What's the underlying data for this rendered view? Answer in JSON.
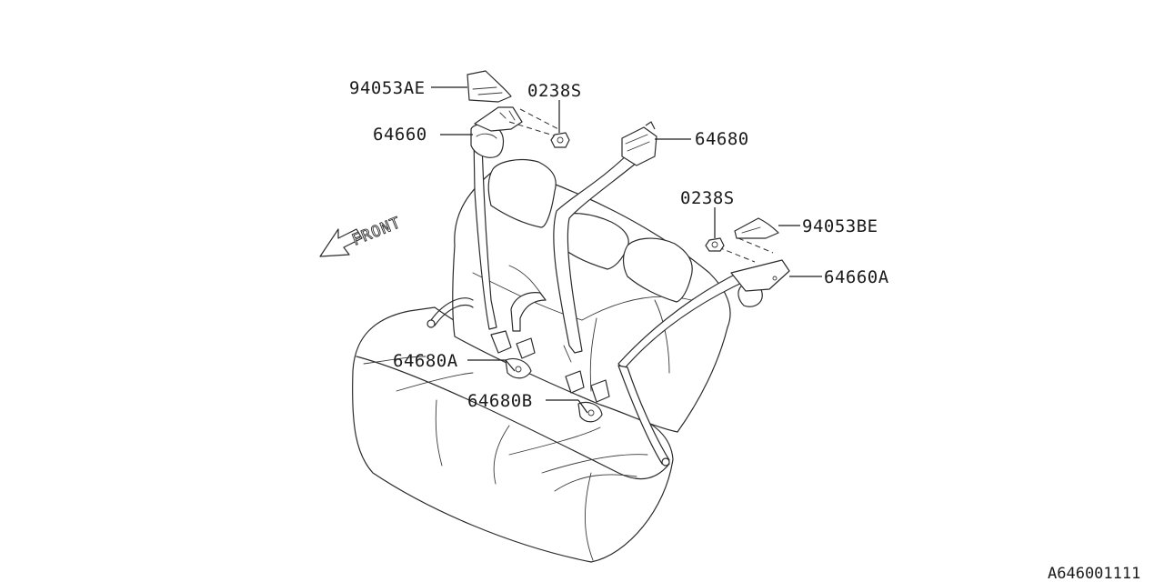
{
  "diagram": {
    "front_label": "FRONT",
    "diagram_id": "A646001111",
    "callouts": {
      "bracket_cover_left": "94053AE",
      "nut_left": "0238S",
      "retractor_outer_left": "64660",
      "retractor_center": "64680",
      "nut_right": "0238S",
      "bracket_cover_right": "94053BE",
      "retractor_outer_right": "64660A",
      "buckle_left": "64680A",
      "buckle_right": "64680B"
    }
  }
}
